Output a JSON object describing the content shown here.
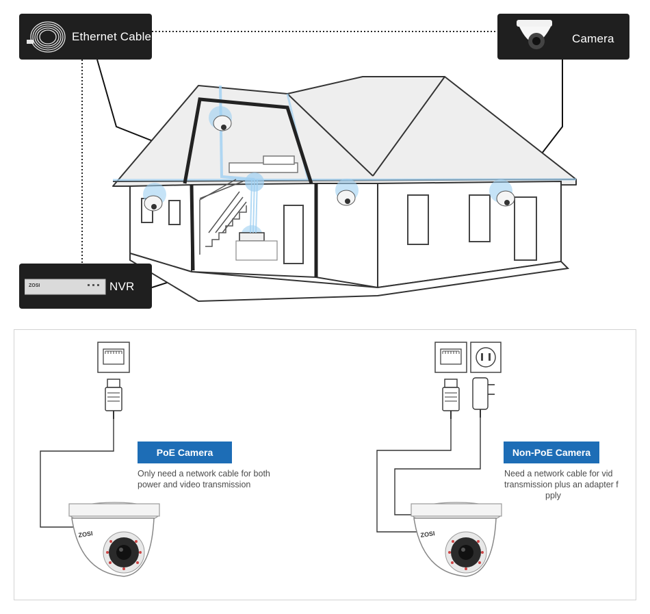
{
  "callouts": {
    "ethernet_cable": {
      "label": "Ethernet Cable",
      "icon": "cable-coil-icon"
    },
    "camera": {
      "label": "Camera",
      "icon": "dome-camera-icon"
    },
    "nvr": {
      "label": "NVR",
      "icon": "nvr-recorder-icon",
      "device_brand": "ZOSI"
    }
  },
  "bottom": {
    "poe": {
      "tag": "PoE Camera",
      "line1": "Only need a network cable for both",
      "line2": "power and video transmission",
      "icons": [
        "ethernet-port-icon",
        "rj45-plug-icon",
        "dome-camera-icon"
      ]
    },
    "non_poe": {
      "tag": "Non-PoE Camera",
      "line1": "Need a network cable for vid",
      "line2": "transmission plus an adapter f",
      "line3": "pply",
      "icons": [
        "ethernet-port-icon",
        "power-outlet-icon",
        "rj45-plug-icon",
        "power-adapter-icon",
        "dome-camera-icon"
      ]
    }
  },
  "camera_brand": "ZOSI",
  "colors": {
    "callout_bg": "#1f1f1f",
    "tag_blue": "#1d6db6",
    "glow_blue": "#9fd0f2",
    "house_outline": "#333333",
    "roof_fill": "#eeeeee"
  }
}
